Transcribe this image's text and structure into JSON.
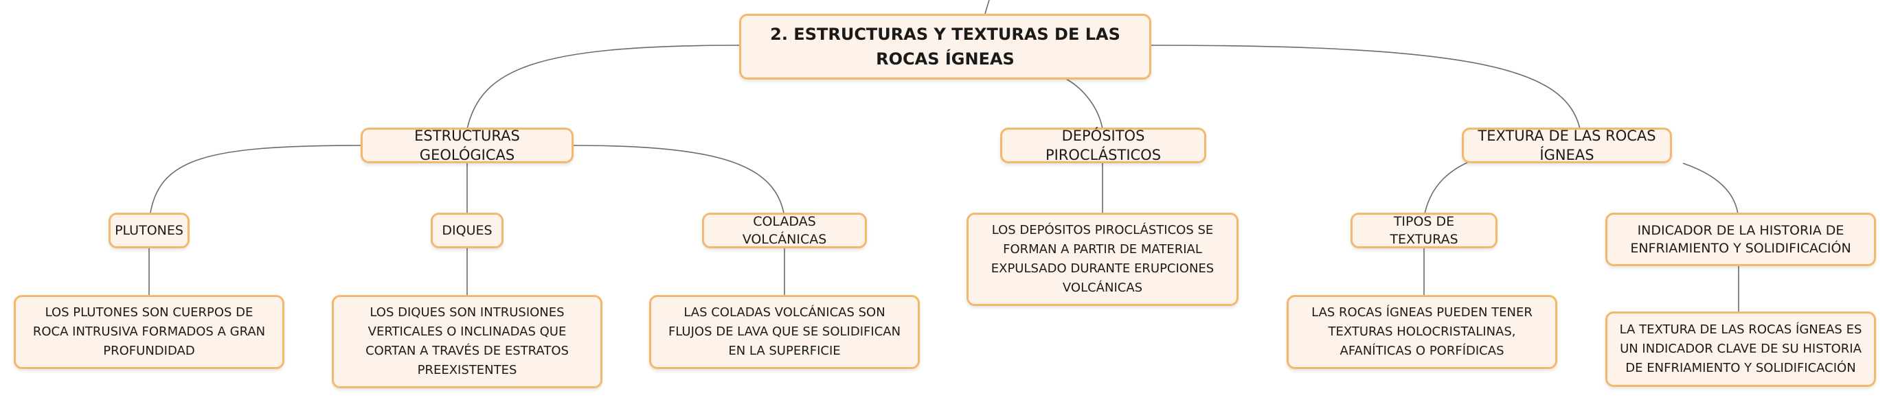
{
  "root": {
    "label": "2. ESTRUCTURAS Y TEXTURAS DE LAS ROCAS ÍGNEAS"
  },
  "branches": {
    "estructuras": {
      "label": "ESTRUCTURAS GEOLÓGICAS"
    },
    "depositos": {
      "label": "DEPÓSITOS PIROCLÁSTICOS"
    },
    "textura": {
      "label": "TEXTURA DE LAS ROCAS ÍGNEAS"
    }
  },
  "subtopics": {
    "plutones": {
      "label": "PLUTONES"
    },
    "diques": {
      "label": "DIQUES"
    },
    "coladas": {
      "label": "COLADAS VOLCÁNICAS"
    },
    "tipos": {
      "label": "TIPOS DE TEXTURAS"
    },
    "indicador": {
      "label": "INDICADOR DE LA HISTORIA DE ENFRIAMIENTO Y SOLIDIFICACIÓN"
    }
  },
  "details": {
    "plutones": {
      "label": "LOS PLUTONES SON CUERPOS DE ROCA INTRUSIVA FORMADOS A GRAN PROFUNDIDAD"
    },
    "diques": {
      "label": "LOS DIQUES SON INTRUSIONES VERTICALES O INCLINADAS QUE CORTAN A TRAVÉS DE ESTRATOS PREEXISTENTES"
    },
    "coladas": {
      "label": "LAS COLADAS VOLCÁNICAS SON FLUJOS DE LAVA QUE SE SOLIDIFICAN EN LA SUPERFICIE"
    },
    "depositos": {
      "label": "LOS DEPÓSITOS PIROCLÁSTICOS SE FORMAN A PARTIR DE MATERIAL EXPULSADO DURANTE ERUPCIONES VOLCÁNICAS"
    },
    "tipos": {
      "label": "LAS ROCAS ÍGNEAS PUEDEN TENER TEXTURAS HOLOCRISTALINAS, AFANÍTICAS O PORFÍDICAS"
    },
    "indicador": {
      "label": "LA TEXTURA DE LAS ROCAS ÍGNEAS ES UN INDICADOR CLAVE DE SU HISTORIA DE ENFRIAMIENTO Y SOLIDIFICACIÓN"
    }
  },
  "colors": {
    "border": "#f4b86c",
    "fill": "#fdf3ea",
    "line": "#6b6b6b"
  }
}
